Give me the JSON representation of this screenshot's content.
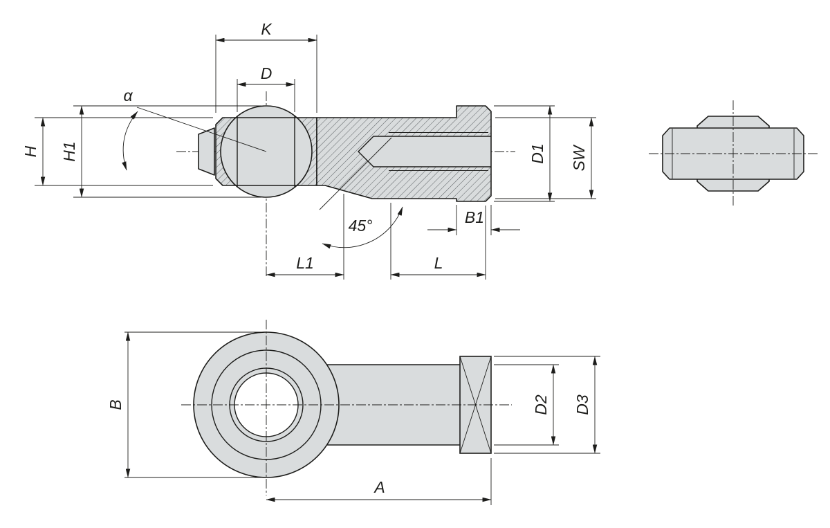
{
  "drawing": {
    "type": "technical-drawing",
    "description": "Rod end with internal thread, sectioned side view, end view and top view",
    "colors": {
      "part_fill": "#d9dcdd",
      "line": "#1d1d1b",
      "hatch": "#5a5f62",
      "background": "#ffffff"
    },
    "side_view": {
      "dim_k": "K",
      "dim_d": "D",
      "dim_alpha": "α",
      "dim_h": "H",
      "dim_h1": "H1",
      "dim_d1": "D1",
      "dim_sw": "SW",
      "dim_b1": "B1",
      "dim_l1": "L1",
      "dim_l": "L",
      "dim_angle": "45°"
    },
    "top_view": {
      "dim_b": "B",
      "dim_d2": "D2",
      "dim_d3": "D3",
      "dim_a": "A"
    }
  }
}
